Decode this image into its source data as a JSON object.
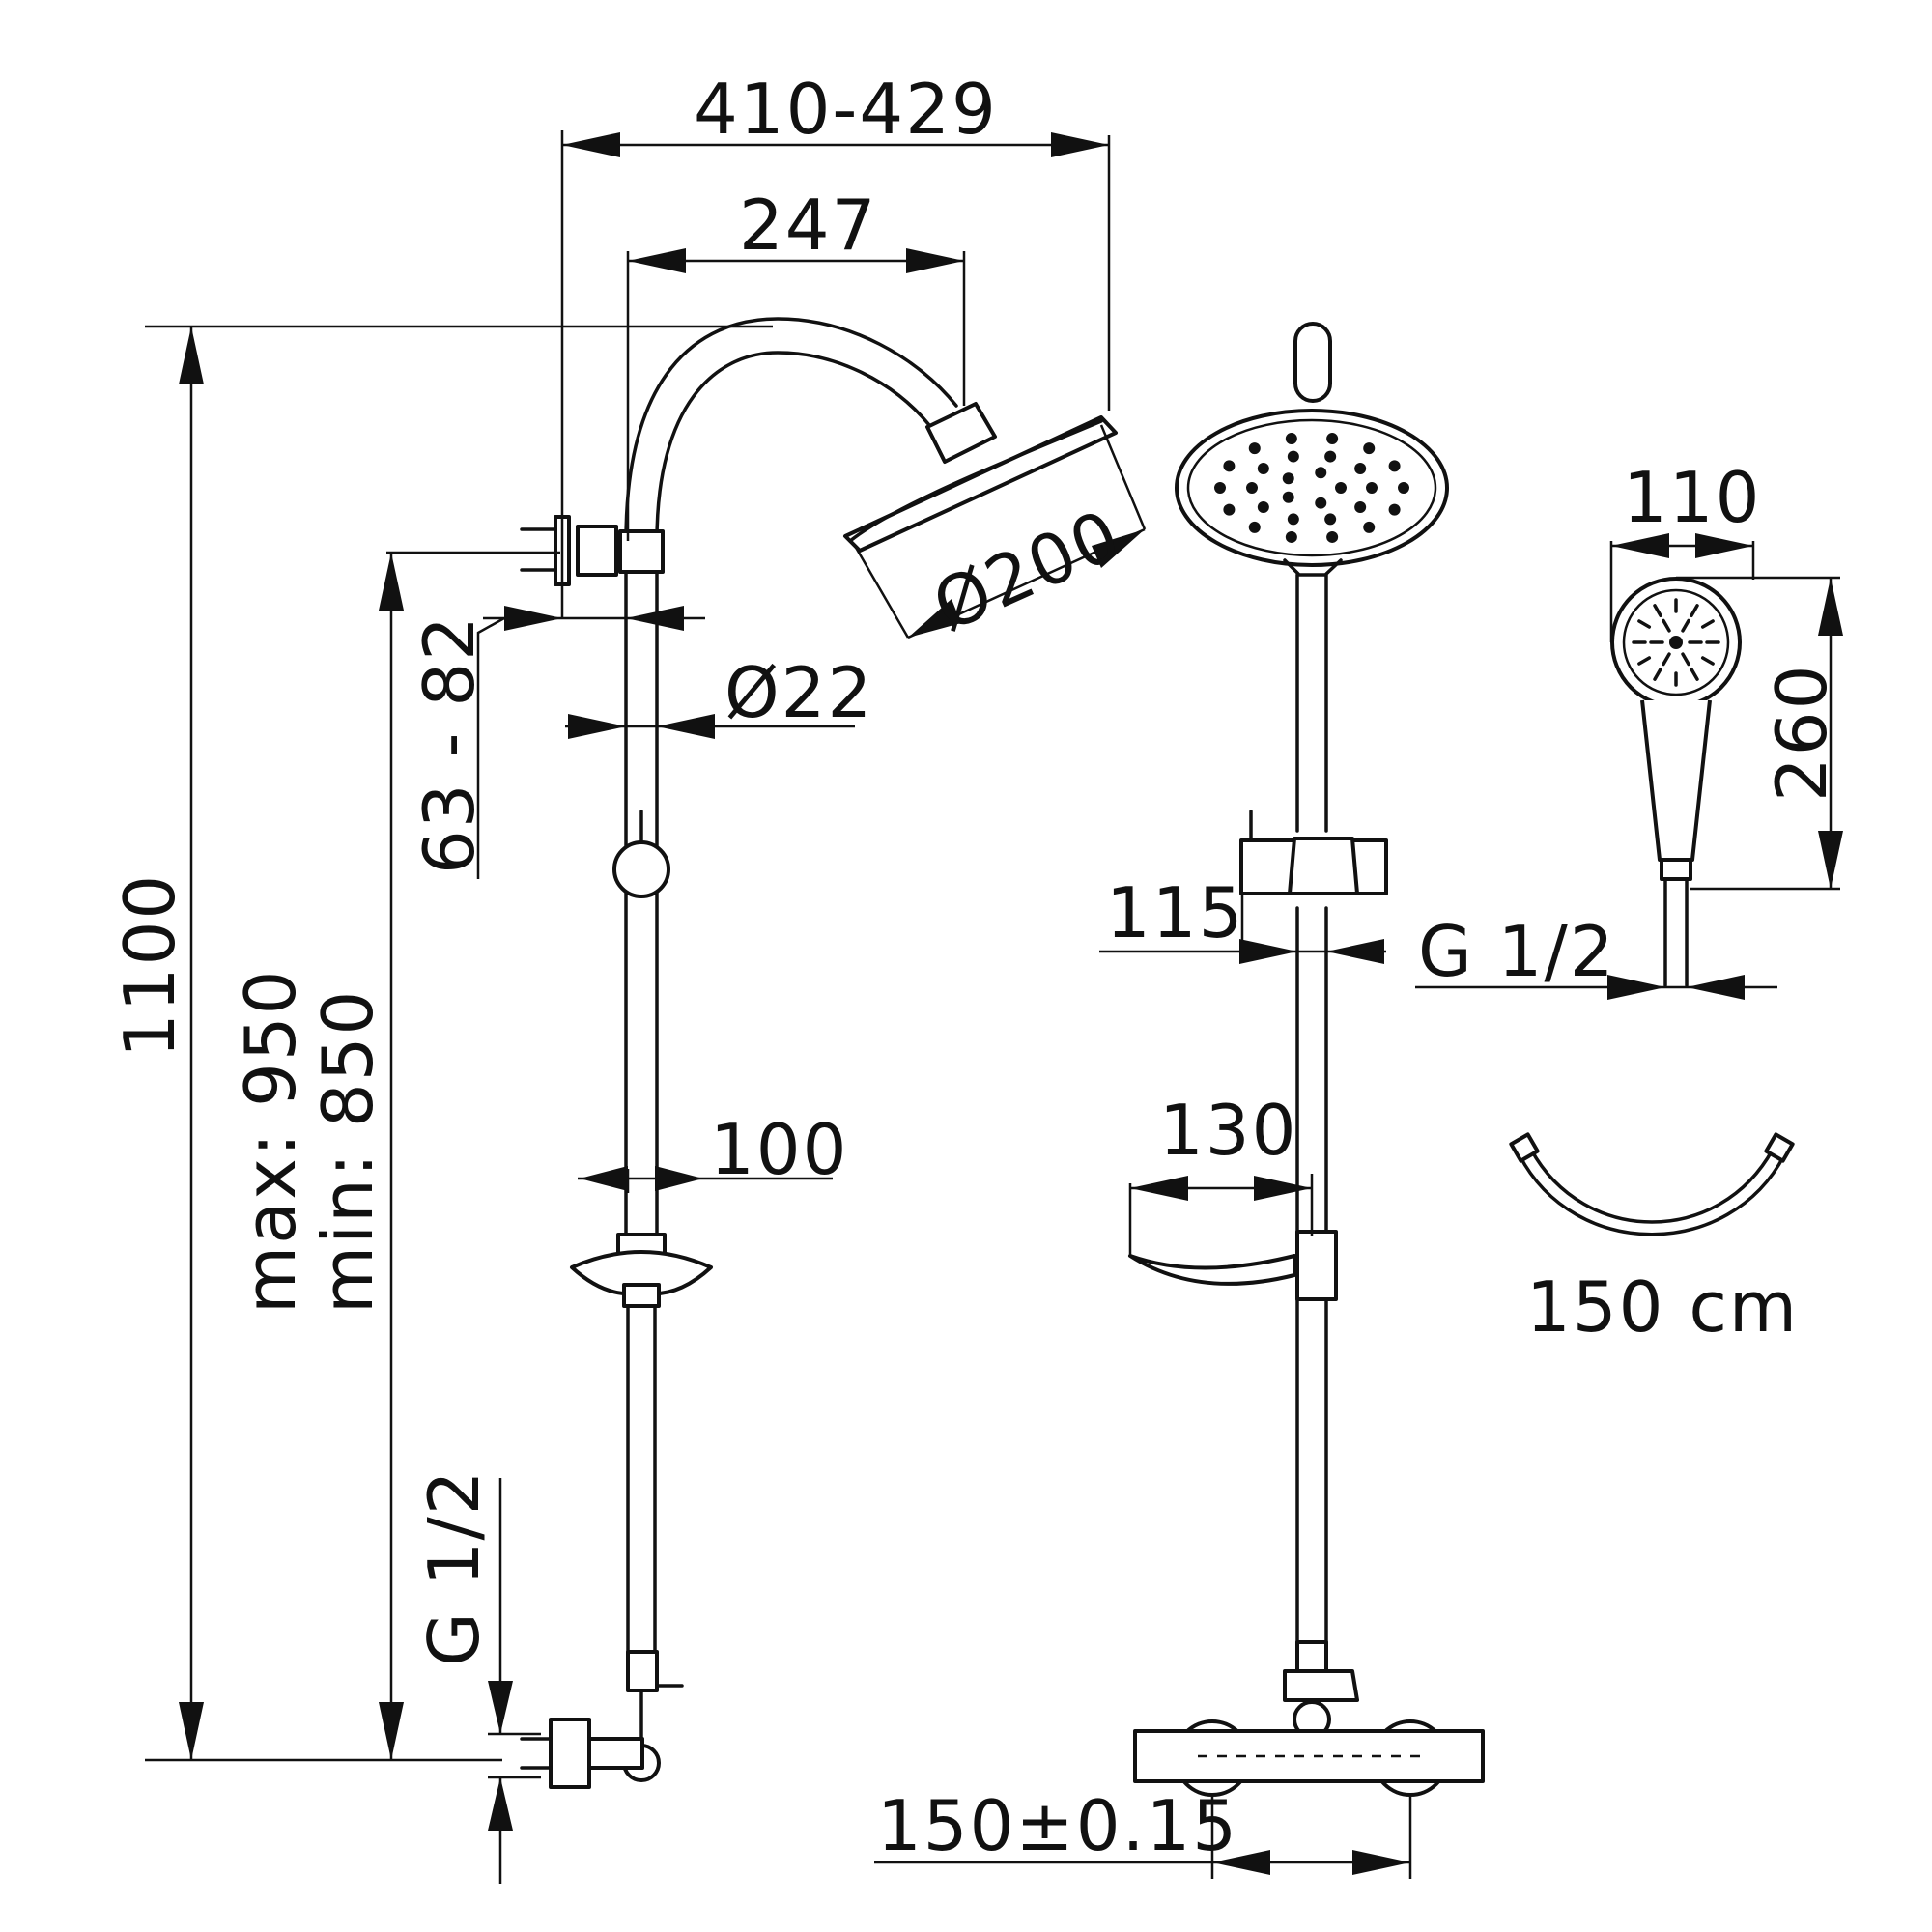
{
  "dimensions": {
    "overall_width": "410-429",
    "arm_length": "247",
    "head_diameter": "Ø200",
    "wall_distance": "63 - 82",
    "pipe_diameter": "Ø22",
    "total_height": "1100",
    "height_max": "max: 950",
    "height_min": "min: 850",
    "inlet_thread_left": "G 1/2",
    "tray_depth": "100",
    "holder_width": "115",
    "tray_width": "130",
    "mixer_spacing": "150±0.15",
    "hand_shower_diameter": "110",
    "hand_shower_length": "260",
    "hand_shower_thread": "G 1/2",
    "hose_length": "150 cm"
  }
}
